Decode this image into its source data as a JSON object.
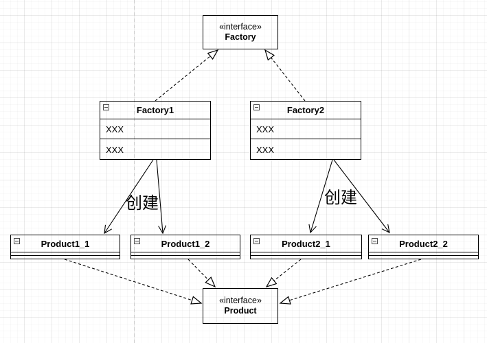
{
  "canvas": {
    "background": "#ffffff",
    "stroke_color": "#000000",
    "grid_minor_color": "#f6f6f6",
    "grid_major_color": "#ececec",
    "page_divider_color": "#cccccc"
  },
  "classes": {
    "factory_interface": {
      "stereotype": "«interface»",
      "name": "Factory"
    },
    "factory1": {
      "name": "Factory1",
      "members": [
        "XXX",
        "XXX"
      ]
    },
    "factory2": {
      "name": "Factory2",
      "members": [
        "XXX",
        "XXX"
      ]
    },
    "product1_1": {
      "name": "Product1_1"
    },
    "product1_2": {
      "name": "Product1_2"
    },
    "product2_1": {
      "name": "Product2_1"
    },
    "product2_2": {
      "name": "Product2_2"
    },
    "product_interface": {
      "stereotype": "«interface»",
      "name": "Product"
    }
  },
  "edge_labels": {
    "factory1_create": "创建",
    "factory2_create": "创建"
  },
  "edges": [
    {
      "from": "Factory1",
      "to": "Factory",
      "type": "realization",
      "line": "dashed",
      "arrowhead": "hollow-triangle"
    },
    {
      "from": "Factory2",
      "to": "Factory",
      "type": "realization",
      "line": "dashed",
      "arrowhead": "hollow-triangle"
    },
    {
      "from": "Factory1",
      "to": "Product1_1",
      "type": "create-dependency",
      "label": "创建",
      "line": "solid",
      "arrowhead": "open"
    },
    {
      "from": "Factory1",
      "to": "Product1_2",
      "type": "create-dependency",
      "label": "创建",
      "line": "solid",
      "arrowhead": "open"
    },
    {
      "from": "Factory2",
      "to": "Product2_1",
      "type": "create-dependency",
      "label": "创建",
      "line": "solid",
      "arrowhead": "open"
    },
    {
      "from": "Factory2",
      "to": "Product2_2",
      "type": "create-dependency",
      "label": "创建",
      "line": "solid",
      "arrowhead": "open"
    },
    {
      "from": "Product1_1",
      "to": "Product",
      "type": "realization",
      "line": "dashed",
      "arrowhead": "hollow-triangle"
    },
    {
      "from": "Product1_2",
      "to": "Product",
      "type": "realization",
      "line": "dashed",
      "arrowhead": "hollow-triangle"
    },
    {
      "from": "Product2_1",
      "to": "Product",
      "type": "realization",
      "line": "dashed",
      "arrowhead": "hollow-triangle"
    },
    {
      "from": "Product2_2",
      "to": "Product",
      "type": "realization",
      "line": "dashed",
      "arrowhead": "hollow-triangle"
    }
  ]
}
